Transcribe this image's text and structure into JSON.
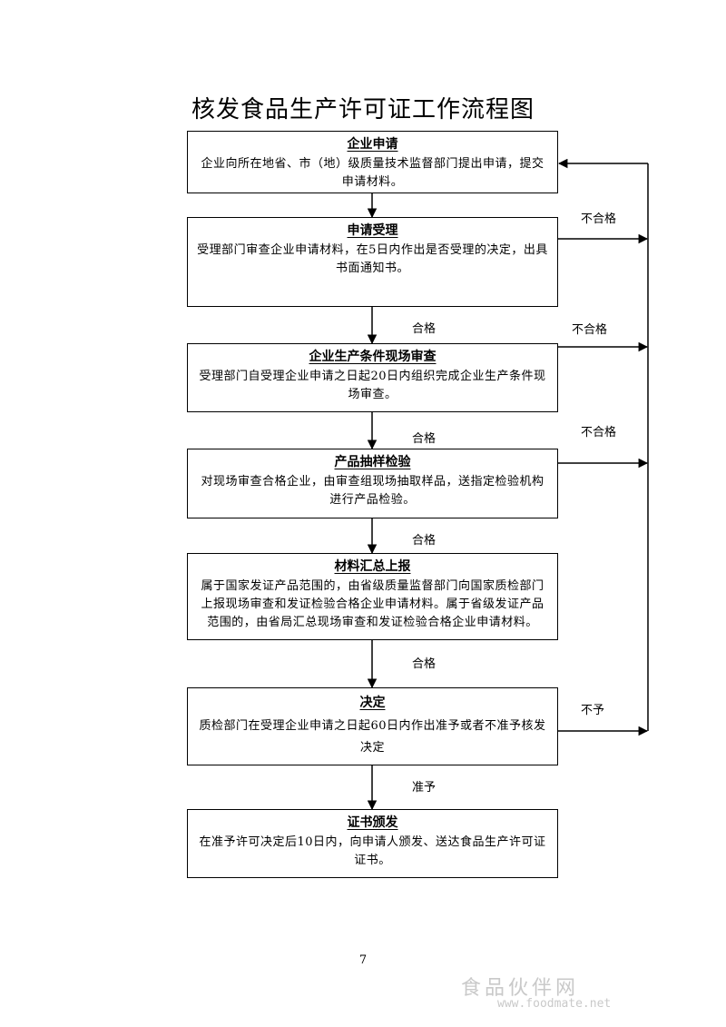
{
  "title": "核发食品生产许可证工作流程图",
  "steps": [
    {
      "title": "企业申请",
      "desc": "企业向所在地省、市（地）级质量技术监督部门提出申请，提交申请材料。"
    },
    {
      "title": "申请受理",
      "desc": "受理部门审查企业申请材料，在5日内作出是否受理的决定，出具书面通知书。"
    },
    {
      "title": "企业生产条件现场审查",
      "desc": "受理部门自受理企业申请之日起20日内组织完成企业生产条件现场审查。"
    },
    {
      "title": "产品抽样检验",
      "desc": "对现场审查合格企业，由审查组现场抽取样品，送指定检验机构进行产品检验。"
    },
    {
      "title": "材料汇总上报",
      "desc": "属于国家发证产品范围的，由省级质量监督部门向国家质检部门上报现场审查和发证检验合格企业申请材料。属于省级发证产品范围的，由省局汇总现场审查和发证检验合格企业申请材料。"
    },
    {
      "title": "决定",
      "desc": "质检部门在受理企业申请之日起60日内作出准予或者不准予核发决定"
    },
    {
      "title": "证书颁发",
      "desc": "在准予许可决定后10日内，向申请人颁发、送达食品生产许可证证书。"
    }
  ],
  "pass_labels": [
    "合格",
    "合格",
    "合格",
    "合格",
    "准予"
  ],
  "fail_labels": [
    "不合格",
    "不合格",
    "不合格",
    "不予"
  ],
  "page_number": "7",
  "watermark": {
    "name": "食品伙伴网",
    "url": "www.foodmate.net"
  }
}
